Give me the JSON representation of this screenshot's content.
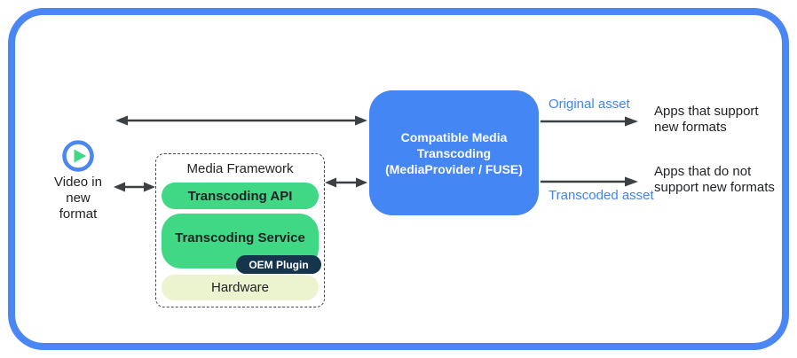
{
  "colors": {
    "frame_blue": "#4a87f5",
    "box_blue": "#4486f4",
    "label_blue": "#4285f4",
    "pill_green": "#40d885",
    "oem_navy": "#14354b",
    "hardware_pale_green": "#ebf4cf",
    "arrow_gray": "#3c4043"
  },
  "left": {
    "play_icon": "play-icon",
    "video_label": "Video in\nnew\nformat"
  },
  "media_framework": {
    "title": "Media Framework",
    "layers": [
      {
        "label": "Transcoding API"
      },
      {
        "label": "Transcoding Service"
      },
      {
        "label": "Hardware"
      }
    ],
    "oem_plugin_label": "OEM Plugin"
  },
  "transcoder": {
    "title": "Compatible Media\nTranscoding\n(MediaProvider / FUSE)"
  },
  "outputs": [
    {
      "asset_label": "Original asset",
      "destination": "Apps that support\nnew formats"
    },
    {
      "asset_label": "Transcoded asset",
      "destination": "Apps that do not\nsupport new formats"
    }
  ]
}
